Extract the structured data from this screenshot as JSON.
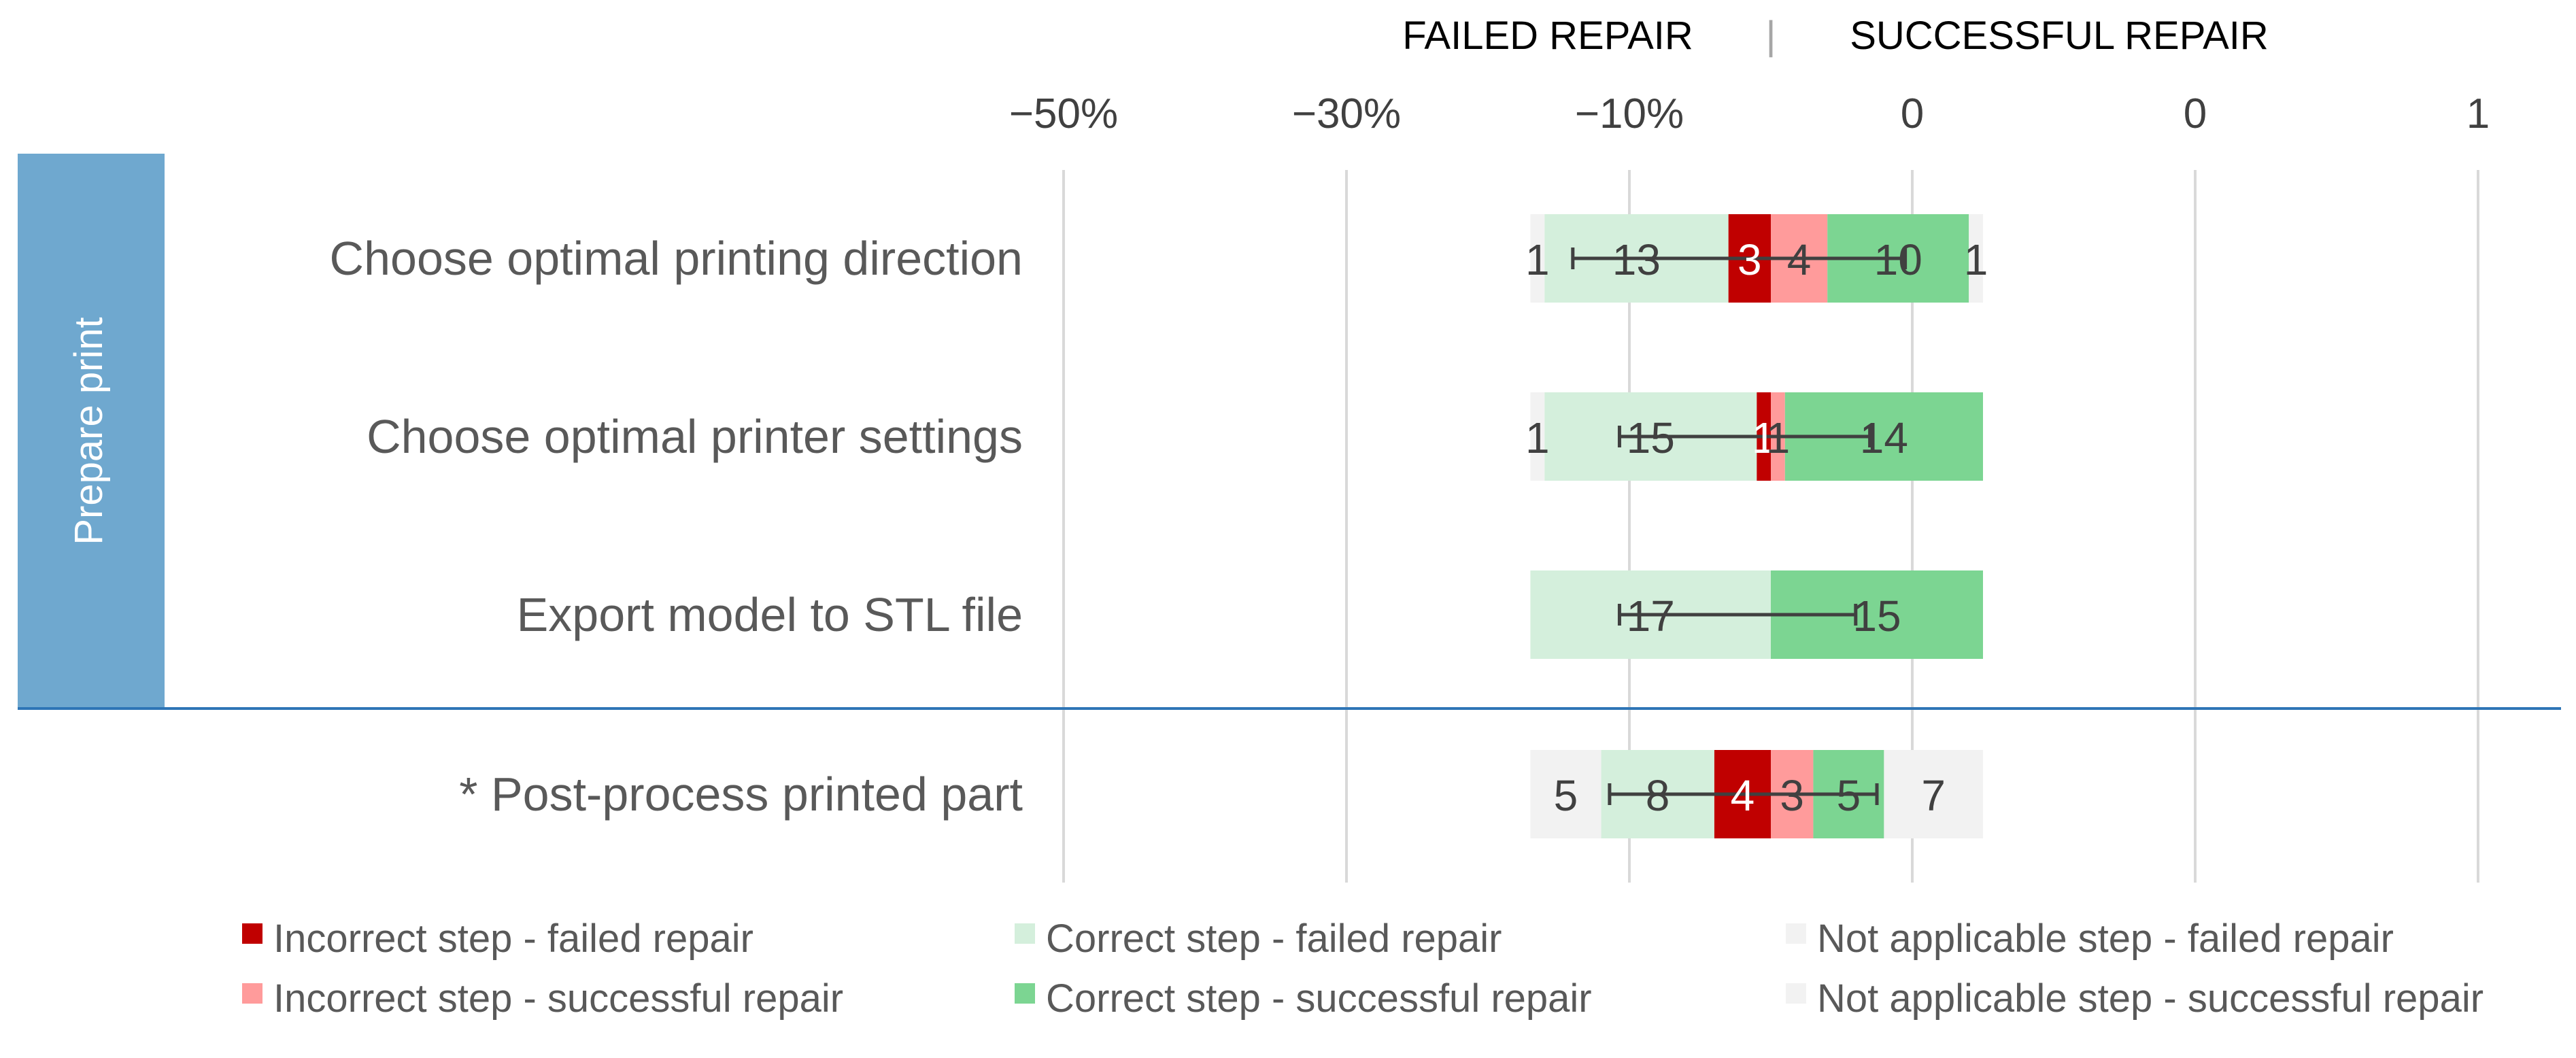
{
  "header": {
    "failed_label": "FAILED REPAIR",
    "separator": "|",
    "success_label": "SUCCESSFUL REPAIR"
  },
  "group_label": "Prepare print",
  "colors": {
    "incorrect_failed": "#C00000",
    "correct_failed": "#D4EFDC",
    "na_failed": "#F2F2F2",
    "incorrect_success": "#FF9B9B",
    "correct_success": "#7CD592",
    "na_success": "#F2F2F2",
    "group_band": "#6FA8CF",
    "divider": "#2E75B6",
    "grid": "#D9D9D9",
    "error_bar": "#404040"
  },
  "chart_data": {
    "type": "bar",
    "orientation": "horizontal",
    "stacked": "diverging",
    "x_tick_labels": [
      "−50%",
      "−30%",
      "−10%",
      "0",
      "0",
      "1"
    ],
    "x_tick_values": [
      -50,
      -30,
      -10,
      10,
      30,
      50
    ],
    "xlim": [
      -60,
      60
    ],
    "grid": true,
    "legend_position": "bottom",
    "categories": [
      "Choose optimal printing direction",
      "Choose optimal printer settings",
      "Export model to STL file",
      "* Post-process printed part"
    ],
    "series": [
      {
        "name": "Not applicable step - failed repair",
        "key": "na_failed",
        "side": "failed",
        "order": 3,
        "values": [
          1,
          1,
          0,
          5
        ],
        "labels": [
          "1",
          "1",
          "",
          "5"
        ]
      },
      {
        "name": "Correct step - failed repair",
        "key": "correct_failed",
        "side": "failed",
        "order": 2,
        "values": [
          13,
          15,
          17,
          8
        ],
        "labels": [
          "13",
          "15",
          "17",
          "8"
        ]
      },
      {
        "name": "Incorrect step - failed repair",
        "key": "incorrect_failed",
        "side": "failed",
        "order": 1,
        "values": [
          3,
          1,
          0,
          4
        ],
        "labels": [
          "3",
          "1",
          "",
          "4"
        ]
      },
      {
        "name": "Incorrect step - successful repair",
        "key": "incorrect_success",
        "side": "success",
        "order": 1,
        "values": [
          4,
          1,
          0,
          3
        ],
        "labels": [
          "4",
          "1",
          "",
          "3"
        ]
      },
      {
        "name": "Correct step - successful repair",
        "key": "correct_success",
        "side": "success",
        "order": 2,
        "values": [
          10,
          14,
          15,
          5
        ],
        "labels": [
          "10",
          "14",
          "15",
          "5"
        ]
      },
      {
        "name": "Not applicable step - successful repair",
        "key": "na_success",
        "side": "success",
        "order": 3,
        "values": [
          1,
          0,
          0,
          7
        ],
        "labels": [
          "1",
          "",
          "",
          "7"
        ]
      }
    ],
    "error_bars": [
      {
        "low": -14,
        "high": 9.5
      },
      {
        "low": -10.7,
        "high": 7
      },
      {
        "low": -10.7,
        "high": 6
      },
      {
        "low": -11.4,
        "high": 7.5
      }
    ],
    "legend_order": [
      "Incorrect step - failed repair",
      "Correct step - failed repair",
      "Not applicable step - failed repair",
      "Incorrect step - successful repair",
      "Correct step - successful repair",
      "Not applicable step - successful repair"
    ]
  }
}
